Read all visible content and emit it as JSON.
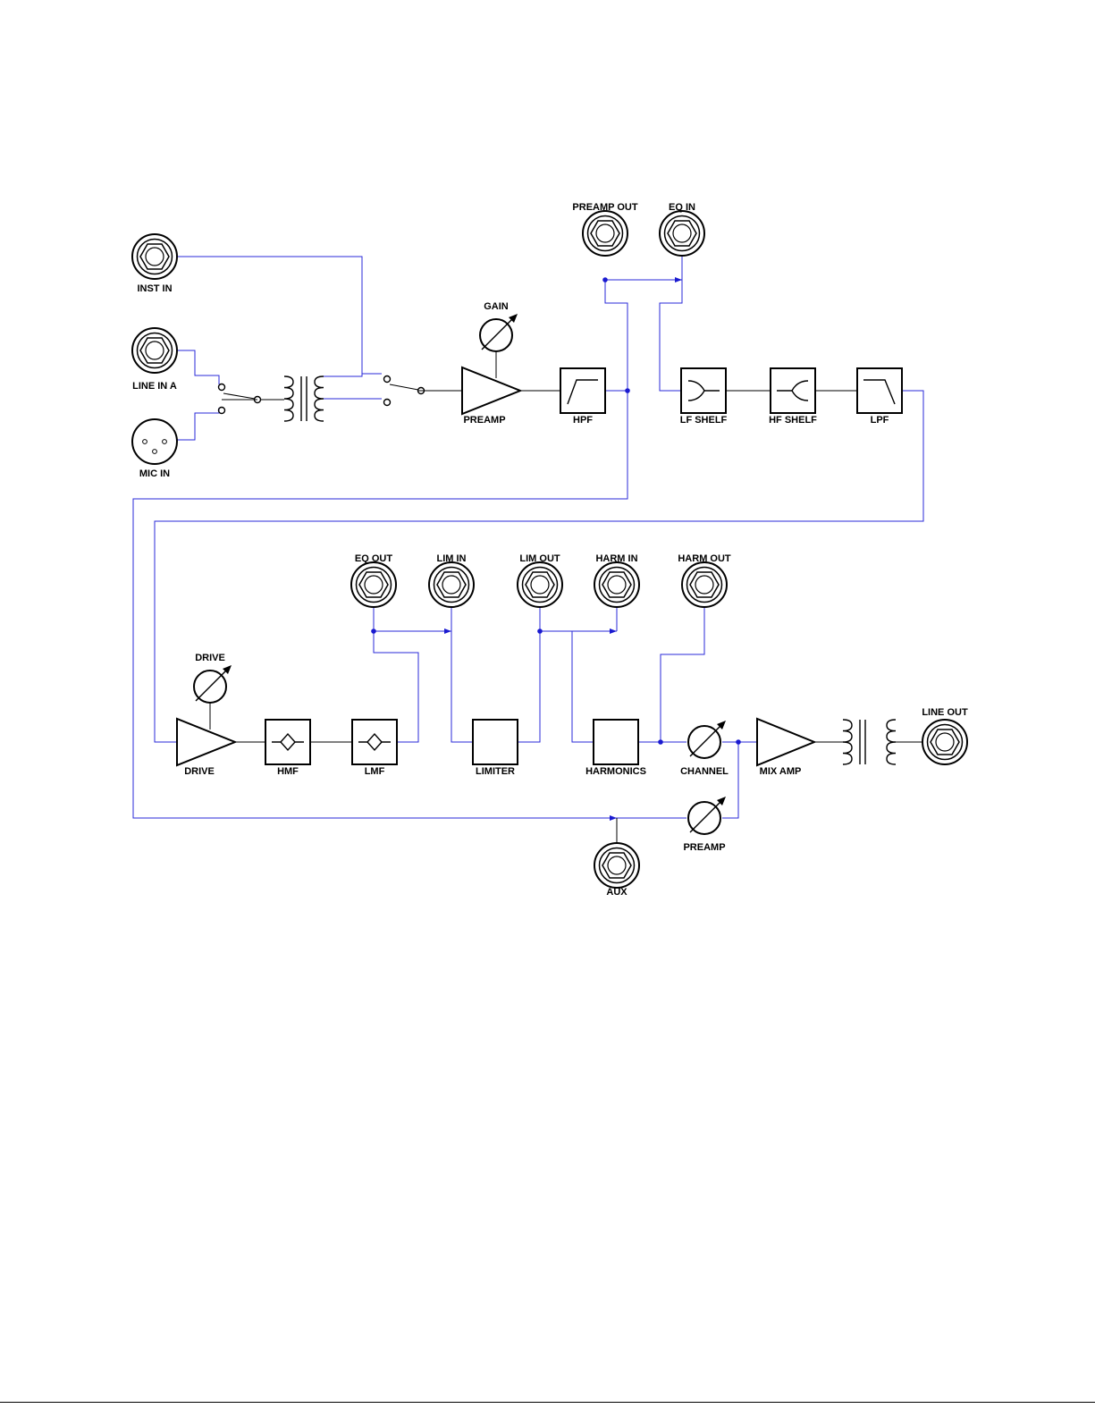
{
  "labels": {
    "inst_in": "INST IN",
    "line_in_a": "LINE IN A",
    "mic_in": "MIC IN",
    "gain": "GAIN",
    "preamp": "PREAMP",
    "hpf": "HPF",
    "preamp_out": "PREAMP OUT",
    "eq_in": "EQ IN",
    "lf_shelf": "LF SHELF",
    "hf_shelf": "HF SHELF",
    "lpf": "LPF",
    "eq_out": "EQ OUT",
    "lim_in": "LIM IN",
    "lim_out": "LIM OUT",
    "harm_in": "HARM IN",
    "harm_out": "HARM OUT",
    "drive_knob": "DRIVE",
    "drive": "DRIVE",
    "hmf": "HMF",
    "lmf": "LMF",
    "limiter": "LIMITER",
    "harmonics": "HARMONICS",
    "channel": "CHANNEL",
    "mix_amp": "MIX AMP",
    "line_out": "LINE OUT",
    "preamp_knob2": "PREAMP",
    "aux": "AUX"
  },
  "colors": {
    "wire": "#2a2ad8",
    "node": "#1a1ad0",
    "ink": "#000000"
  }
}
